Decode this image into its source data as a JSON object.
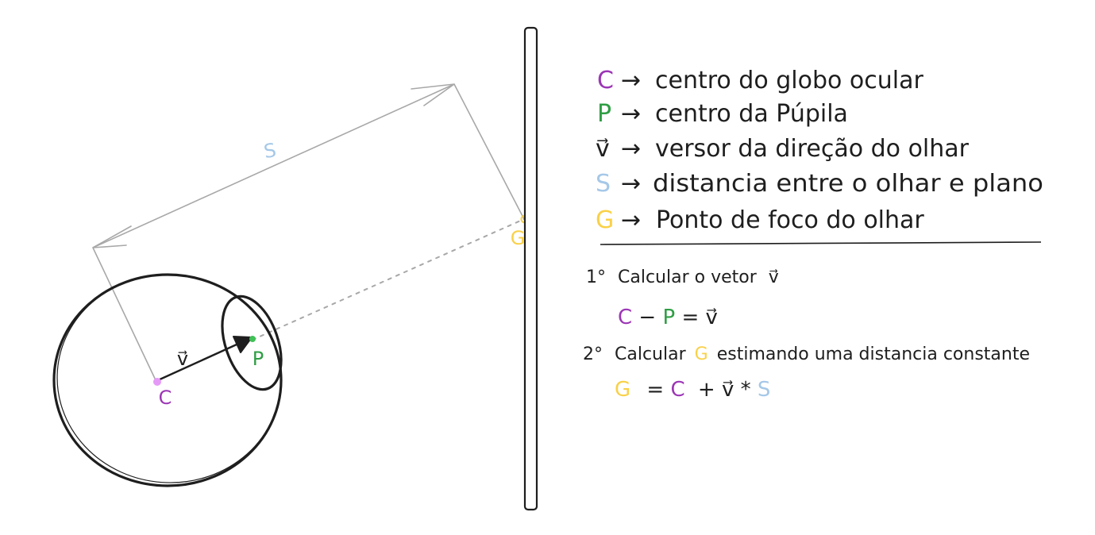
{
  "colors": {
    "ink": "#1e1e1e",
    "c": "#9c36b5",
    "p": "#2f9e44",
    "v": "#1e1e1e",
    "s": "#a5c8e8",
    "g": "#f9d148",
    "guide": "#a8a8a8",
    "c_dot": "#e599f7",
    "p_dot": "#40c057"
  },
  "figure": {
    "label_s": "S",
    "label_v": "v⃗",
    "label_p": "P",
    "label_c": "C",
    "label_g": "G"
  },
  "legend": [
    {
      "symbol": "C",
      "symbol_color": "c",
      "arrow": "→",
      "text": "centro do globo ocular"
    },
    {
      "symbol": "P",
      "symbol_color": "p",
      "arrow": "→",
      "text": "centro da Púpila"
    },
    {
      "symbol": "v⃗",
      "symbol_color": "v",
      "arrow": "→",
      "text": "versor da direção do olhar"
    },
    {
      "symbol": "S",
      "symbol_color": "s",
      "arrow": "→",
      "text": "distancia entre o olhar e plano"
    },
    {
      "symbol": "G",
      "symbol_color": "g",
      "arrow": "→",
      "text": "Ponto de foco do olhar"
    }
  ],
  "steps": {
    "step1": {
      "number": "1°",
      "text": "Calcular o vetor",
      "vector": "v⃗"
    },
    "eq1": {
      "a": "C",
      "op": "−",
      "b": "P",
      "eq": "=",
      "result": "v⃗"
    },
    "step2": {
      "number": "2°",
      "text_before": "Calcular",
      "g": "G",
      "text_after": "estimando uma distancia constante"
    },
    "eq2": {
      "g": "G",
      "eq": "=",
      "c": "C",
      "plus": "+",
      "v": "v⃗",
      "times": "*",
      "s": "S"
    }
  }
}
